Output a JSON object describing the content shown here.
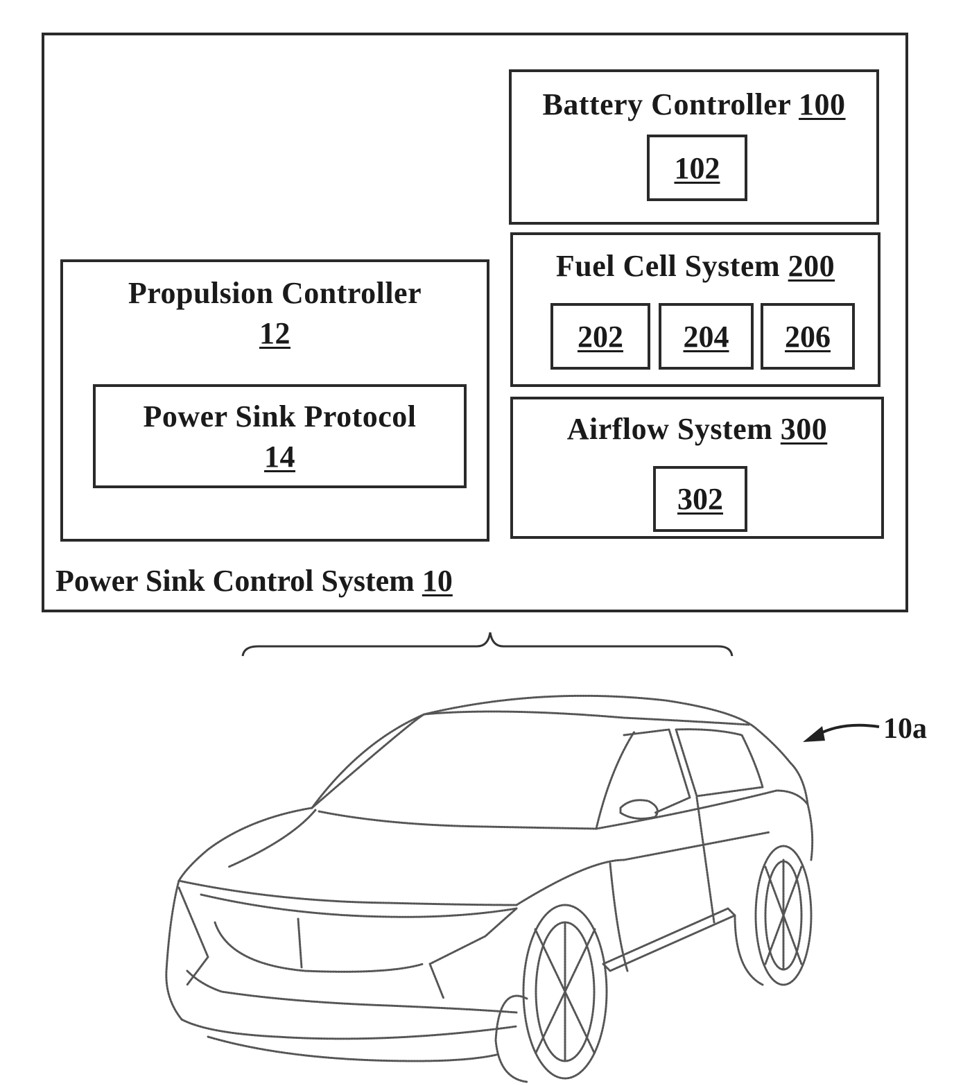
{
  "system": {
    "label": "Power Sink Control System",
    "ref": "10"
  },
  "propulsion_controller": {
    "label": "Propulsion Controller",
    "ref": "12",
    "power_sink_protocol": {
      "label": "Power Sink Protocol",
      "ref": "14"
    }
  },
  "battery_controller": {
    "label": "Battery Controller",
    "ref": "100",
    "subcomponents": [
      "102"
    ]
  },
  "fuel_cell_system": {
    "label": "Fuel Cell System",
    "ref": "200",
    "subcomponents": [
      "202",
      "204",
      "206"
    ]
  },
  "airflow_system": {
    "label": "Airflow System",
    "ref": "300",
    "subcomponents": [
      "302"
    ]
  },
  "vehicle": {
    "ref": "10a"
  }
}
